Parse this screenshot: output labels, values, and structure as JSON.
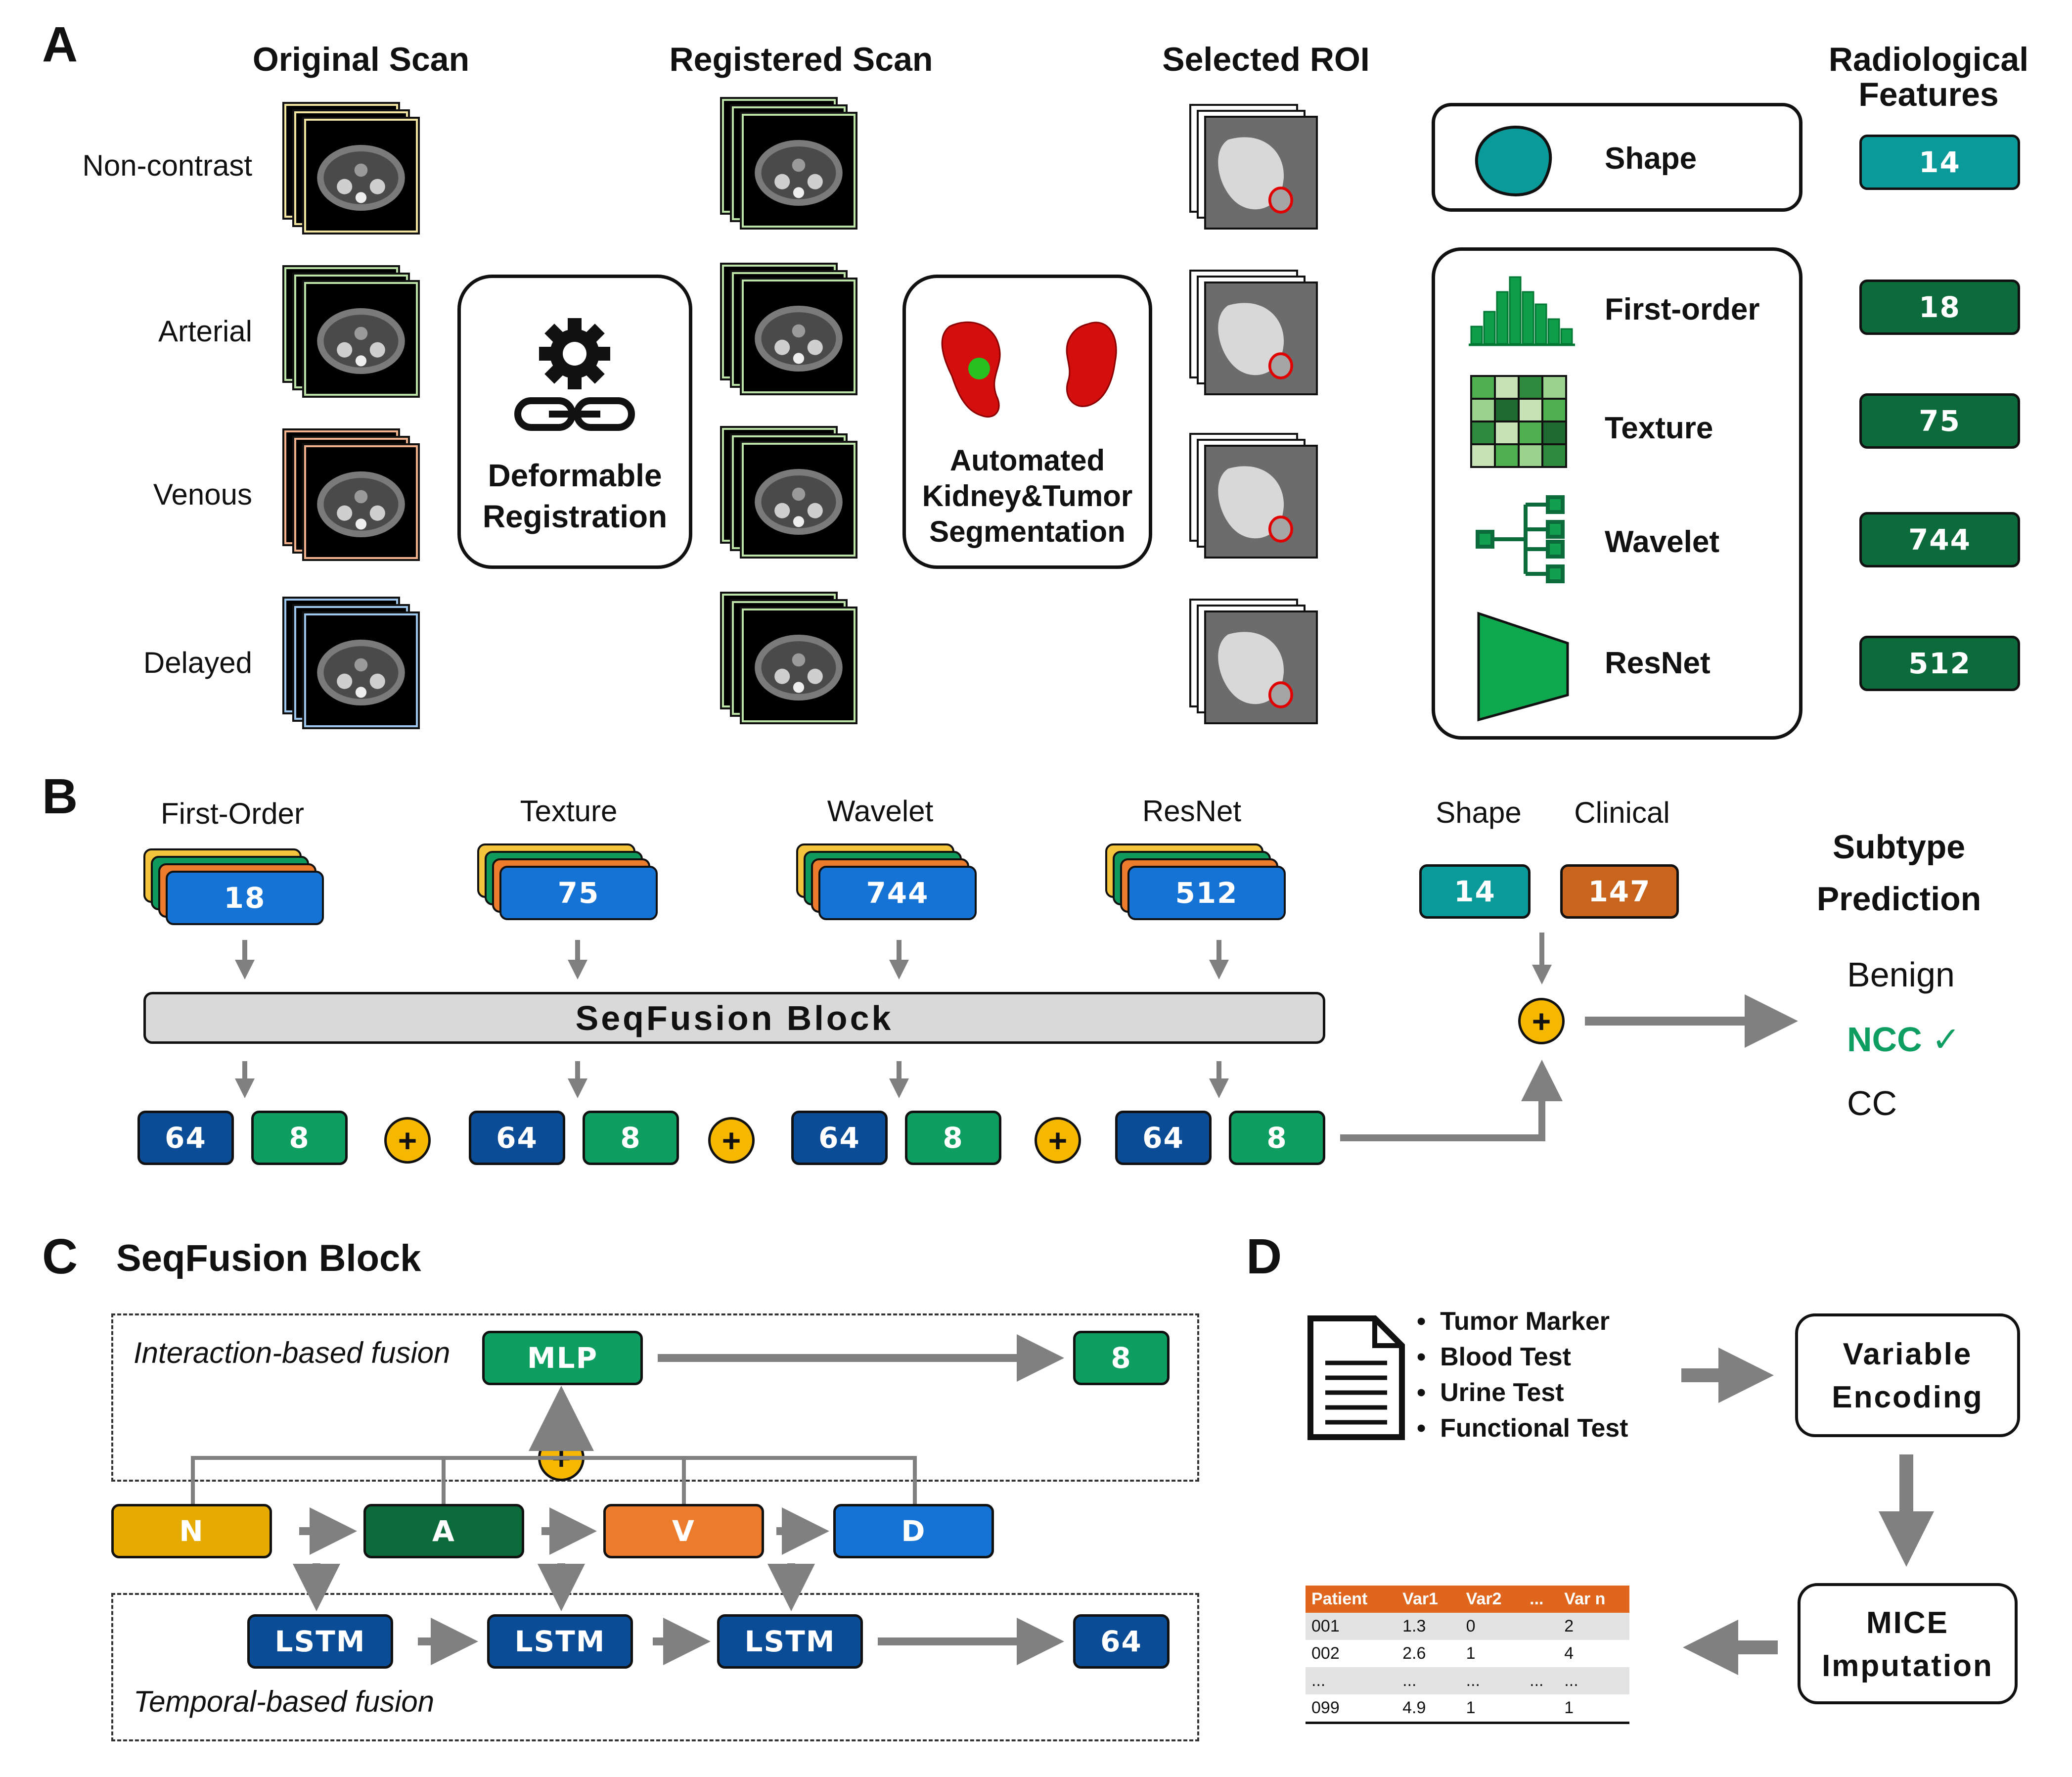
{
  "panelA": {
    "letter": "A",
    "headers": {
      "original": "Original Scan",
      "registered": "Registered Scan",
      "roi": "Selected ROI",
      "radiological": "Radiological\nFeatures"
    },
    "phases": [
      "Non-contrast",
      "Arterial",
      "Venous",
      "Delayed"
    ],
    "phase_colors": [
      "#f3e6a0",
      "#bde3a8",
      "#f2b28c",
      "#9ec8ee"
    ],
    "registration": "Deformable\nRegistration",
    "segmentation": "Automated\nKidney&Tumor\nSegmentation",
    "shape": {
      "label": "Shape",
      "count": "14"
    },
    "features": [
      {
        "label": "First-order",
        "count": "18"
      },
      {
        "label": "Texture",
        "count": "75"
      },
      {
        "label": "Wavelet",
        "count": "744"
      },
      {
        "label": "ResNet",
        "count": "512"
      }
    ]
  },
  "panelB": {
    "letter": "B",
    "groups": [
      {
        "label": "First-Order",
        "count": "18"
      },
      {
        "label": "Texture",
        "count": "75"
      },
      {
        "label": "Wavelet",
        "count": "744"
      },
      {
        "label": "ResNet",
        "count": "512"
      }
    ],
    "block": "SeqFusion Block",
    "outputs": {
      "temporal": "64",
      "interaction": "8"
    },
    "plus": "+",
    "shape": {
      "label": "Shape",
      "count": "14"
    },
    "clinical": {
      "label": "Clinical",
      "count": "147"
    },
    "prediction_title": "Subtype\nPrediction",
    "classes": [
      "Benign",
      "NCC ✓",
      "CC"
    ]
  },
  "panelC": {
    "letter": "C",
    "title": "SeqFusion Block",
    "interaction_label": "Interaction-based fusion",
    "temporal_label": "Temporal-based fusion",
    "mlp": "MLP",
    "mlp_out": "8",
    "lstm": "LSTM",
    "lstm_out": "64",
    "phases": [
      "N",
      "A",
      "V",
      "D"
    ],
    "plus": "+"
  },
  "panelD": {
    "letter": "D",
    "tests": [
      "Tumor Marker",
      "Blood Test",
      "Urine Test",
      "Functional Test"
    ],
    "encoding": "Variable\nEncoding",
    "mice": "MICE\nImputation",
    "table": {
      "headers": [
        "Patient",
        "Var1",
        "Var2",
        "...",
        "Var n"
      ],
      "rows": [
        [
          "001",
          "1.3",
          "0",
          "",
          "2"
        ],
        [
          "002",
          "2.6",
          "1",
          "",
          "4"
        ],
        [
          "...",
          "...",
          "...",
          "...",
          "..."
        ],
        [
          "099",
          "4.9",
          "1",
          "",
          "1"
        ]
      ]
    }
  },
  "colors": {
    "teal": "#0a9a9a",
    "dark_green": "#0b6b3a",
    "green": "#0e9e62",
    "blue": "#1573d6",
    "navy": "#0a4c96",
    "orange_brown": "#c8641b",
    "yellow": "#e8b100",
    "orange": "#ec7b2c",
    "plus": "#f5b700",
    "grey": "#808080"
  }
}
